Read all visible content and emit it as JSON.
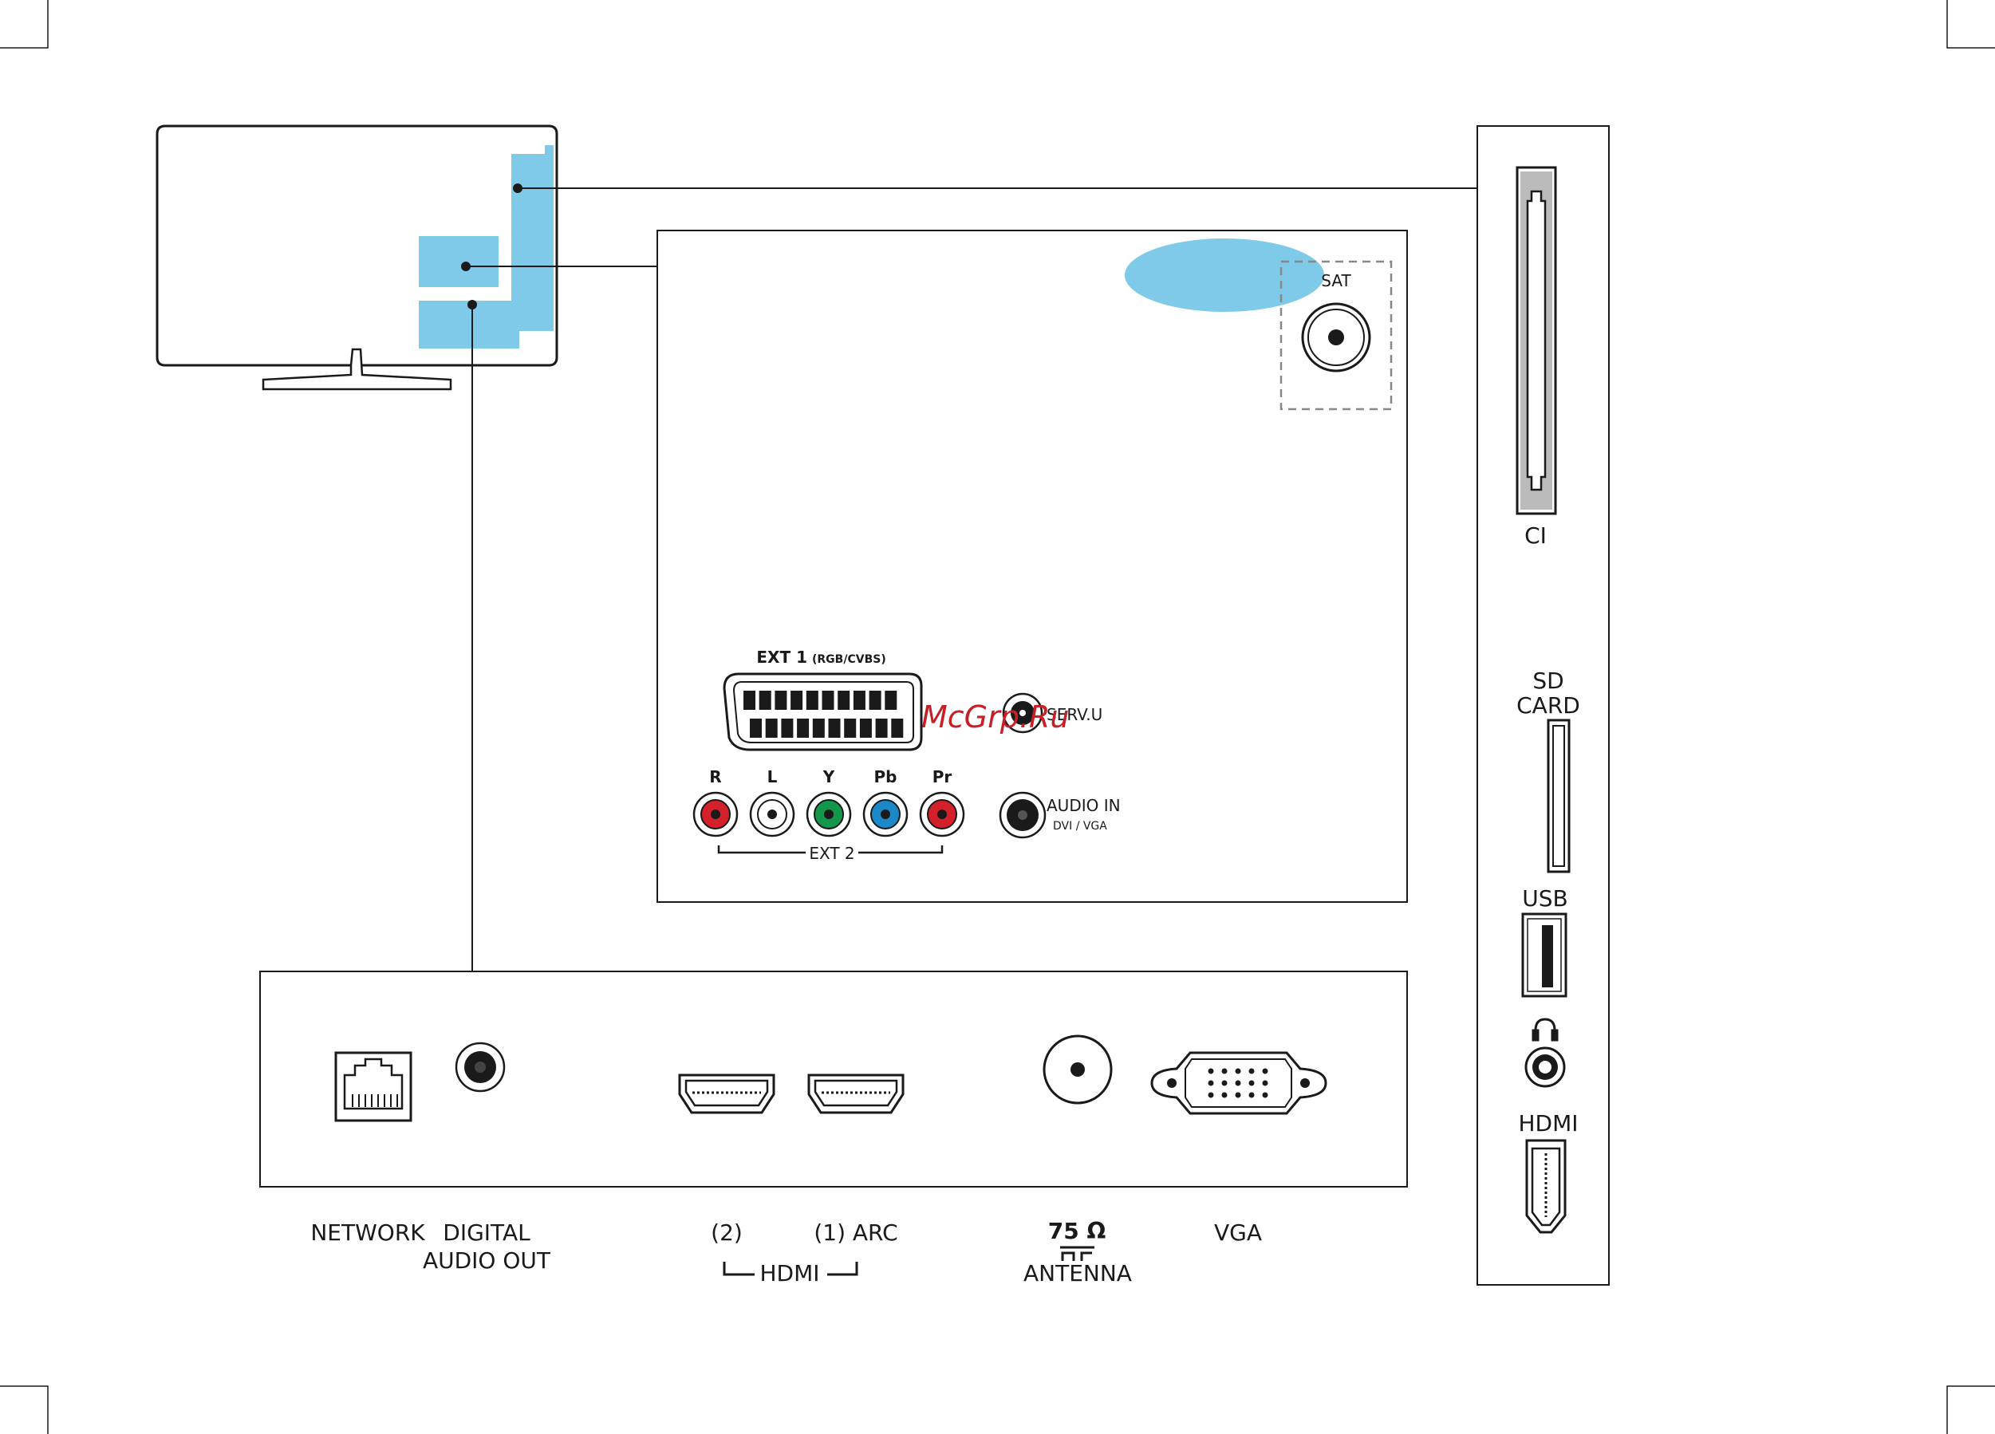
{
  "colors": {
    "highlight": "#7ecae8",
    "line": "#1a1a1a",
    "port_red": "#d4202a",
    "port_white": "#ffffff",
    "port_green": "#14964b",
    "port_blue": "#1c88c8"
  },
  "side_panel": {
    "ci_label": "CI",
    "sd_card_line1": "SD",
    "sd_card_line2": "CARD",
    "usb_label": "USB",
    "headphone_icon": "headphones-icon",
    "hdmi_label": "HDMI"
  },
  "center_panel": {
    "sat_label": "SAT",
    "ext1_label": "EXT 1",
    "ext1_sub": "(RGB/CVBS)",
    "serv_label": "SERV.U",
    "component_labels": [
      "R",
      "L",
      "Y",
      "Pb",
      "Pr"
    ],
    "ext2_label": "EXT 2",
    "audio_in_label": "AUDIO IN",
    "audio_in_sub": "DVI / VGA",
    "watermark": "McGrp.Ru"
  },
  "bottom_panel": {
    "network_label": "NETWORK",
    "digital_audio_line1": "DIGITAL",
    "digital_audio_line2": "AUDIO OUT",
    "hdmi2_label": "(2)",
    "hdmi1_label": "(1) ARC",
    "hdmi_group_label": "HDMI",
    "antenna_ohm": "75 Ω",
    "antenna_label": "ANTENNA",
    "vga_label": "VGA"
  }
}
